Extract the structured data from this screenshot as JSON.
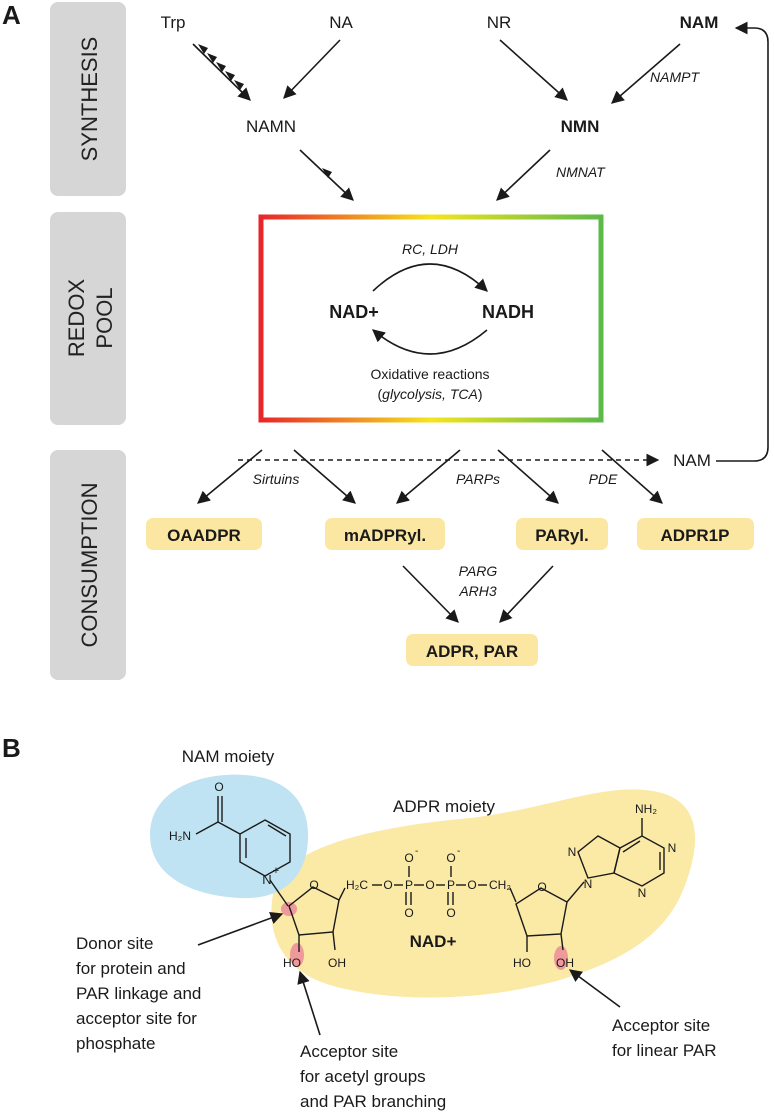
{
  "panel_a": {
    "label": "A",
    "sections": {
      "synthesis": "SYNTHESIS",
      "redox_pool": [
        "REDOX",
        "POOL"
      ],
      "consumption": "CONSUMPTION"
    },
    "precursors": {
      "trp": "Trp",
      "na": "NA",
      "nr": "NR",
      "nam": "NAM"
    },
    "intermediates": {
      "namn": "NAMN",
      "nmn": "NMN"
    },
    "enzymes": {
      "nampt": "NAMPT",
      "nmnat": "NMNAT",
      "rc_ldh": "RC, LDH",
      "sirtuins": "Sirtuins",
      "parps": "PARPs",
      "pde": "PDE",
      "parg": "PARG",
      "arh3": "ARH3"
    },
    "redox": {
      "nad_plus": "NAD+",
      "nadh": "NADH",
      "oxidative_line1": "Oxidative reactions",
      "oxidative_line2_open": "(",
      "oxidative_line2_italic": "glycolysis, TCA",
      "oxidative_line2_close": ")"
    },
    "nam_recycled": "NAM",
    "products": {
      "oaadpr": "OAADPR",
      "madpryl": "mADPRyl.",
      "paryl": "PARyl.",
      "adpr1p": "ADPR1P",
      "adpr_par": "ADPR, PAR"
    }
  },
  "panel_b": {
    "label": "B",
    "nam_moiety": "NAM moiety",
    "adpr_moiety": "ADPR moiety",
    "nad_plus": "NAD+",
    "structure": {
      "o": "O",
      "o_minus": "O",
      "minus": "-",
      "p": "P",
      "h2c": "H₂C",
      "ch2": "CH₂",
      "h2n": "H₂N",
      "nh2": "NH₂",
      "n": "N",
      "plus": "+",
      "oh": "OH",
      "ho": "HO"
    },
    "annotations": {
      "donor": [
        "Donor site",
        "for protein and",
        "PAR linkage and",
        "acceptor site for",
        "phosphate"
      ],
      "acceptor_branch": [
        "Acceptor site",
        "for acetyl groups",
        "and PAR branching"
      ],
      "acceptor_linear": [
        "Acceptor site",
        "for linear PAR"
      ]
    }
  },
  "colors": {
    "gradient": [
      "#e8262a",
      "#f5e51d",
      "#5cba48"
    ],
    "product_fill": "#fbe7a1",
    "nam_fill": "#bfe3f2",
    "adpr_fill": "#fbe9a6",
    "site_mark": "#ee9a9a",
    "side_bar": "#d6d6d6"
  }
}
